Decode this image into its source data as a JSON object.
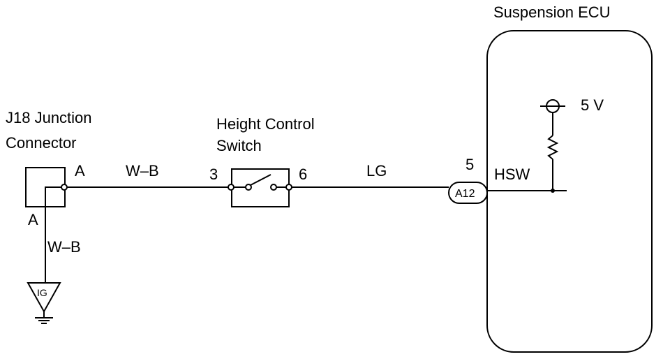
{
  "ecu": {
    "title": "Suspension ECU",
    "voltage": "5 V",
    "terminal": "HSW"
  },
  "junction": {
    "title_line1": "J18 Junction",
    "title_line2": "Connector",
    "terminal_right": "A",
    "terminal_bottom": "A"
  },
  "switch": {
    "title_line1": "Height Control",
    "title_line2": "Switch",
    "pin_left": "3",
    "pin_right": "6"
  },
  "wires": {
    "junction_to_switch": "W–B",
    "switch_to_ecu": "LG",
    "junction_to_ground": "W–B"
  },
  "connector": {
    "pin": "5",
    "id": "A12"
  },
  "ground": {
    "label": "IG"
  }
}
